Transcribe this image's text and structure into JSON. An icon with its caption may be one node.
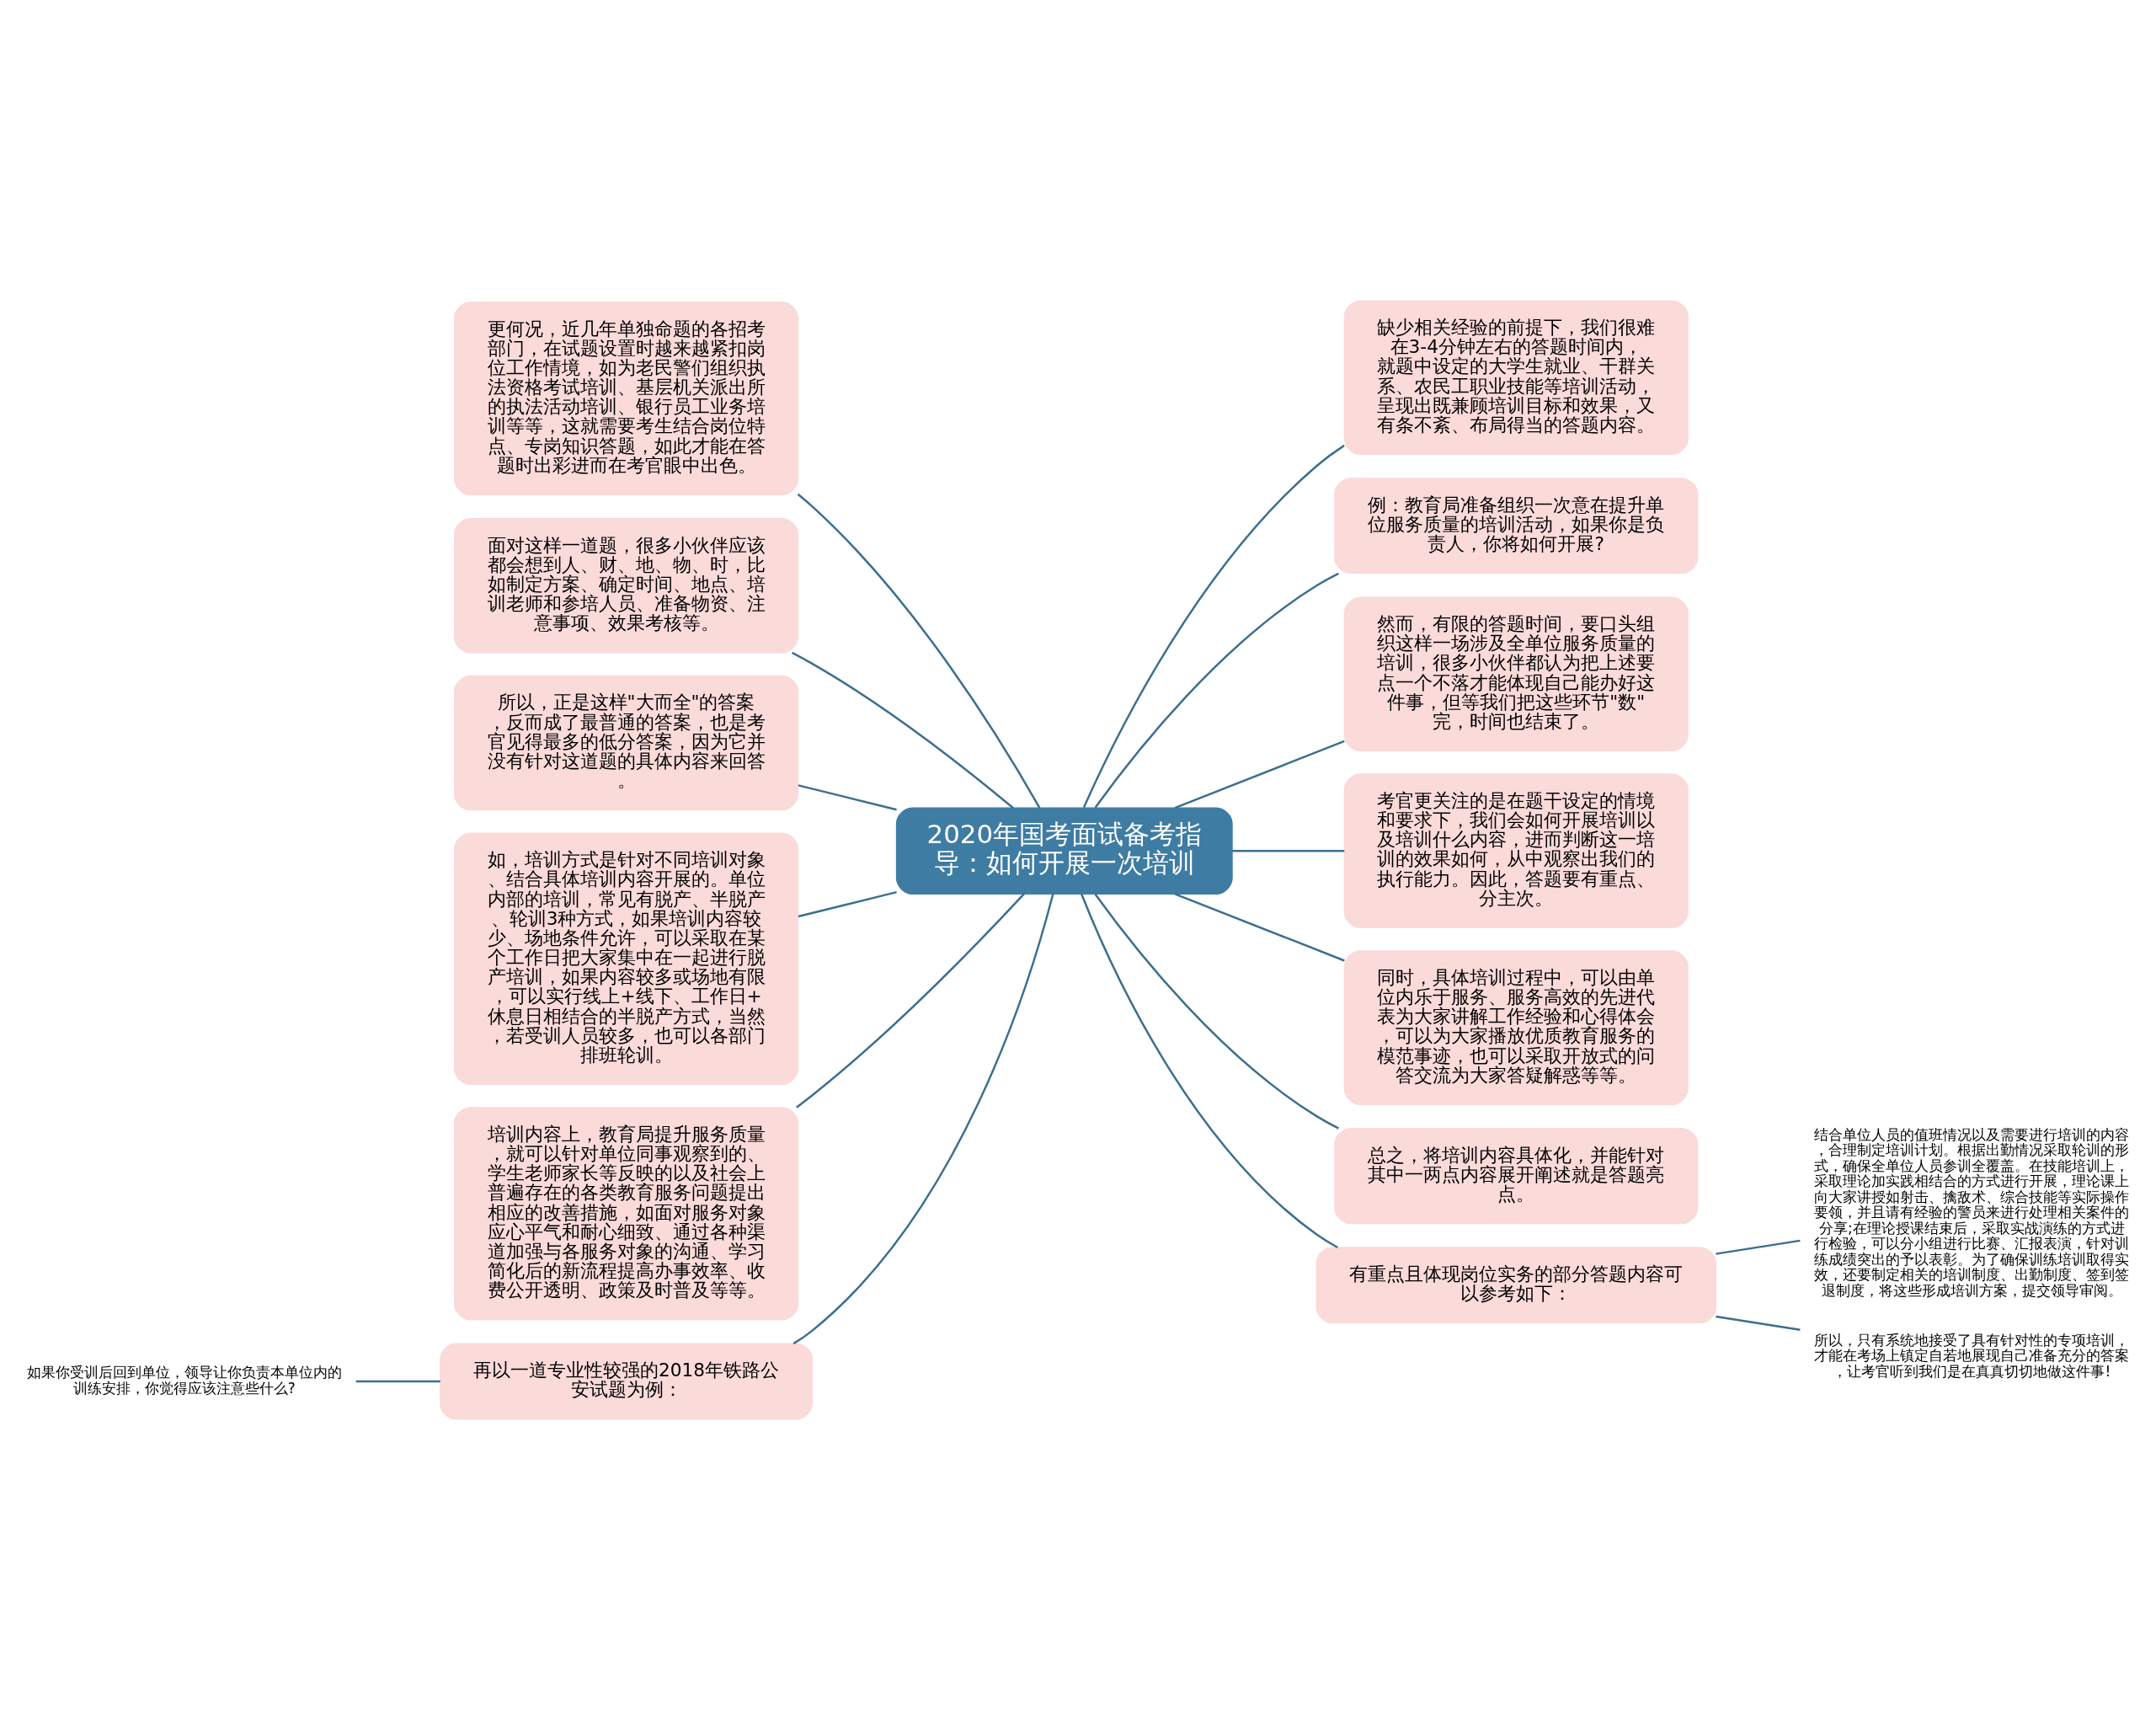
{
  "diagram": {
    "nodes": [
      {
        "text": [
          "2020年国考面试备考指导：如何开展一次培训"
        ]
      },
      {
        "text": [
          "更何况，近几年单独命题的各招考部门，在试题设置时越来越紧扣岗位工作情境，如为老民警们组织执法资格考试培训、基层机关派出所的执法活动培训、银行员工业务培训等等，这就需要考生结合岗位特点、专岗知识答题，如此才能在答题时出彩进而在考官眼中出色。"
        ]
      },
      {
        "text": [
          "面对这样一道题，很多小伙伴应该都会想到人、财、地、物、时，比如制定方案、确定时间、地点、培训老师和参培人员、准备物资、注意事项、效果考核等。"
        ]
      },
      {
        "text": [
          "所以，正是这样\"大而全\"的答案，反而成了最普通的答案，也是考官见得最多的低分答案，因为它并没有针对这道题的具体内容来回答。"
        ]
      },
      {
        "text": [
          "如，培训方式是针对不同培训对象、结合具体培训内容开展的。单位内部的培训，常见有脱产、半脱产、轮训3种方式，如果培训内容较少、场地条件允许，可以采取在某个工作日把大家集中在一起进行脱产培训，如果内容较多或场地有限，可以实行线上+线下、工作日+休息日相结合的半脱产方式，当然，若受训人员较多，也可以各部门排班轮训。"
        ]
      },
      {
        "text": [
          "培训内容上，教育局提升服务质量，就可以针对单位同事观察到的、学生老师家长等反映的以及社会上普遍存在的各类教育服务问题提出相应的改善措施，如面对服务对象应心平气和耐心细致、通过各种渠道加强与各服务对象的沟通、学习简化后的新流程提高办事效率、收费公开透明、政策及时普及等等。"
        ]
      },
      {
        "text": [
          "再以一道专业性较强的2018年铁路公安试题为例："
        ]
      },
      {
        "text": [
          "如果你受训后回到单位，领导让你负责本单位内的训练安排，你觉得应该注意些什么?"
        ]
      },
      {
        "text": [
          "缺少相关经验的前提下，我们很难在3-4分钟左右的答题时间内，就题中设定的大学生就业、干群关系、农民工职业技能等培训活动，呈现出既兼顾培训目标和效果，又有条不紊、布局得当的答题内容。"
        ]
      },
      {
        "text": [
          "例：教育局准备组织一次意在提升单位服务质量的培训活动，如果你是负责人，你将如何开展?"
        ]
      },
      {
        "text": [
          "然而，有限的答题时间，要口头组织这样一场涉及全单位服务质量的培训，很多小伙伴都认为把上述要点一个不落才能体现自己能办好这件事，但等我们把这些环节\"数\"完，时间也结束了。"
        ]
      },
      {
        "text": [
          "考官更关注的是在题干设定的情境和要求下，我们会如何开展培训以及培训什么内容，进而判断这一培训的效果如何，从中观察出我们的执行能力。因此，答题要有重点、分主次。"
        ]
      },
      {
        "text": [
          "同时，具体培训过程中，可以由单位内乐于服务、服务高效的先进代表为大家讲解工作经验和心得体会，可以为大家播放优质教育服务的模范事迹，也可以采取开放式的问答交流为大家答疑解惑等等。"
        ]
      },
      {
        "text": [
          "总之，将培训内容具体化，并能针对其中一两点内容展开阐述就是答题亮点。"
        ]
      },
      {
        "text": [
          "有重点且体现岗位实务的部分答题内容可以参考如下："
        ]
      },
      {
        "text": [
          "结合单位人员的值班情况以及需要进行培训的内容，合理制定培训计划。根据出勤情况采取轮训的形式，确保全单位人员参训全覆盖。在技能培训上，采取理论加实践相结合的方式进行开展，理论课上向大家讲授如射击、擒敌术、综合技能等实际操作要领，并且请有经验的警员来进行处理相关案件的分享;在理论授课结束后，采取实战演练的方式进行检验，可以分小组进行比赛、汇报表演，针对训练成绩突出的予以表彰。为了确保训练培训取得实效，还要制定相关的培训制度、出勤制度、签到签退制度，将这些形成培训方案，提交领导审阅。"
        ]
      },
      {
        "text": [
          "所以，只有系统地接受了具有针对性的专项培训，才能在考场上镇定自若地展现自己准备充分的答案，让考官听到我们是在真真切切地做这件事!"
        ]
      }
    ],
    "edges": [
      {
        "from": 0,
        "to": 1,
        "arrow": "none"
      },
      {
        "from": 0,
        "to": 2,
        "arrow": "none"
      },
      {
        "from": 0,
        "to": 3,
        "arrow": "none"
      },
      {
        "from": 0,
        "to": 4,
        "arrow": "none"
      },
      {
        "from": 0,
        "to": 5,
        "arrow": "none"
      },
      {
        "from": 0,
        "to": 6,
        "arrow": "none"
      },
      {
        "from": 6,
        "to": 7,
        "arrow": "none"
      },
      {
        "from": 0,
        "to": 8,
        "arrow": "none"
      },
      {
        "from": 0,
        "to": 9,
        "arrow": "none"
      },
      {
        "from": 0,
        "to": 10,
        "arrow": "none"
      },
      {
        "from": 0,
        "to": 11,
        "arrow": "none"
      },
      {
        "from": 0,
        "to": 12,
        "arrow": "none"
      },
      {
        "from": 0,
        "to": 13,
        "arrow": "none"
      },
      {
        "from": 0,
        "to": 14,
        "arrow": "none"
      },
      {
        "from": 14,
        "to": 15,
        "arrow": "none"
      },
      {
        "from": 14,
        "to": 16,
        "arrow": "none"
      }
    ]
  }
}
